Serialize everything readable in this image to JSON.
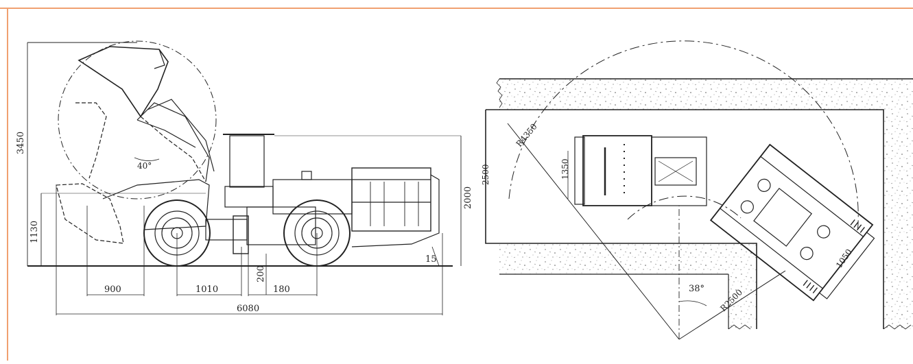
{
  "frame": {
    "border_color": "#f0a070"
  },
  "side_view": {
    "dims": {
      "height_overall": "3450",
      "height_cab": "2000",
      "dump_height": "1130",
      "front_overhang": "900",
      "wheelbase_half": "1010",
      "length": "6080",
      "rear_offset": "180",
      "clearance": "200",
      "departure": "15",
      "dump_angle": "40°"
    }
  },
  "plan_view": {
    "dims": {
      "tunnel_width": "2500",
      "outer_radius": "R4350",
      "vehicle_width": "1350",
      "inner_radius": "R2500",
      "articulation_angle": "38°",
      "rear_width": "1050"
    }
  }
}
